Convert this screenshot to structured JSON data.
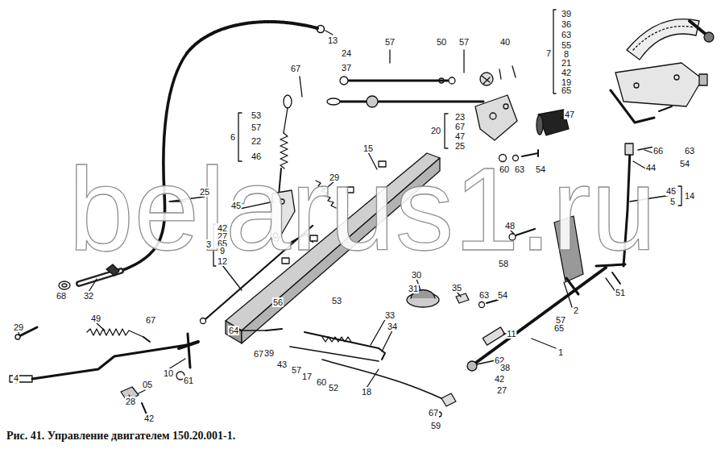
{
  "diagram": {
    "caption": "Рис. 41. Управление двигателем 150.20.001-1.",
    "labels": [
      "13",
      "57",
      "50",
      "57",
      "40",
      "24",
      "37",
      "67",
      "53",
      "57",
      "6",
      "22",
      "46",
      "23",
      "67",
      "20",
      "47",
      "25",
      "47",
      "60",
      "63",
      "54",
      "15",
      "29",
      "25",
      "45",
      "42",
      "27",
      "3",
      "65",
      "9",
      "12",
      "68",
      "32",
      "48",
      "58",
      "39",
      "36",
      "63",
      "55",
      "7",
      "8",
      "21",
      "42",
      "19",
      "65",
      "63",
      "54",
      "66",
      "44",
      "45",
      "5",
      "14",
      "51",
      "2",
      "57",
      "65",
      "1",
      "30",
      "31",
      "35",
      "63",
      "54",
      "53",
      "56",
      "33",
      "34",
      "11",
      "62",
      "38",
      "42",
      "27",
      "64",
      "67",
      "39",
      "43",
      "57",
      "17",
      "60",
      "52",
      "18",
      "67",
      "59",
      "29",
      "49",
      "67",
      "4",
      "05",
      "28",
      "42",
      "10",
      "61",
      "belarus1.ru"
    ]
  }
}
